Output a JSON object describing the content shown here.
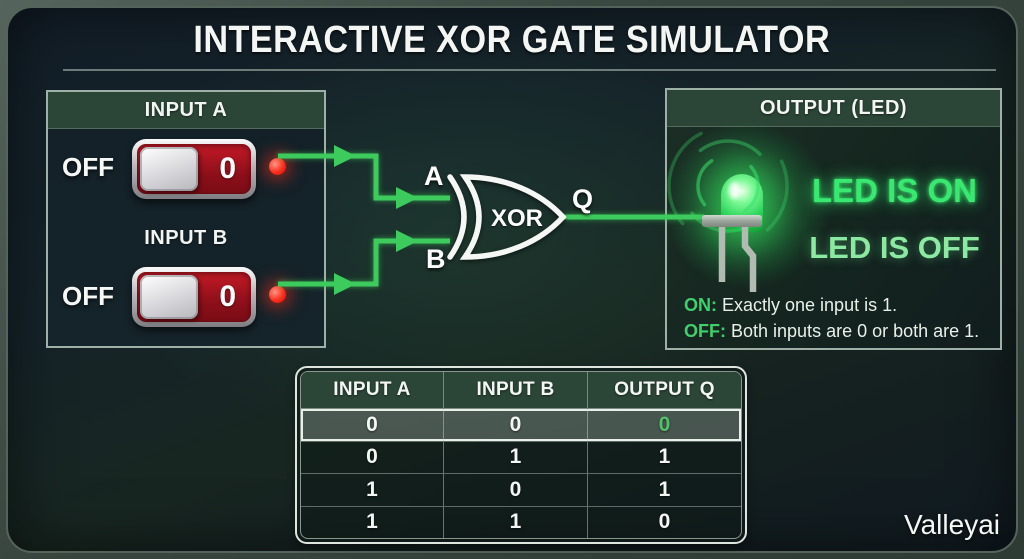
{
  "title": "INTERACTIVE XOR GATE SIMULATOR",
  "colors": {
    "wire_green": "#3ecb5d",
    "led_on_green": "#39e871",
    "led_off_green": "#8ce9a2",
    "indicator_red": "#ff2d1a",
    "toggle_red": "#8e0f1a",
    "panel_header_green": "#2b4637",
    "truth_q_green": "#53c06a"
  },
  "input_panel": {
    "inputs": [
      {
        "name": "INPUT A",
        "state_label": "OFF",
        "value": "0"
      },
      {
        "name": "INPUT B",
        "state_label": "OFF",
        "value": "0"
      }
    ]
  },
  "gate": {
    "label": "XOR",
    "input_a_label": "A",
    "input_b_label": "B",
    "output_label": "Q"
  },
  "output_panel": {
    "header": "OUTPUT (LED)",
    "status_on": "LED IS ON",
    "status_off": "LED IS OFF",
    "rule_on_prefix": "ON:",
    "rule_on_text": " Exactly one input is 1.",
    "rule_off_prefix": "OFF:",
    "rule_off_text": " Both inputs are 0 or both are 1."
  },
  "truth_table": {
    "headers": [
      "INPUT A",
      "INPUT B",
      "OUTPUT Q"
    ],
    "rows": [
      [
        "0",
        "0",
        "0"
      ],
      [
        "0",
        "1",
        "1"
      ],
      [
        "1",
        "0",
        "1"
      ],
      [
        "1",
        "1",
        "0"
      ]
    ],
    "highlighted_row": 0
  },
  "watermark": "Valleyai"
}
